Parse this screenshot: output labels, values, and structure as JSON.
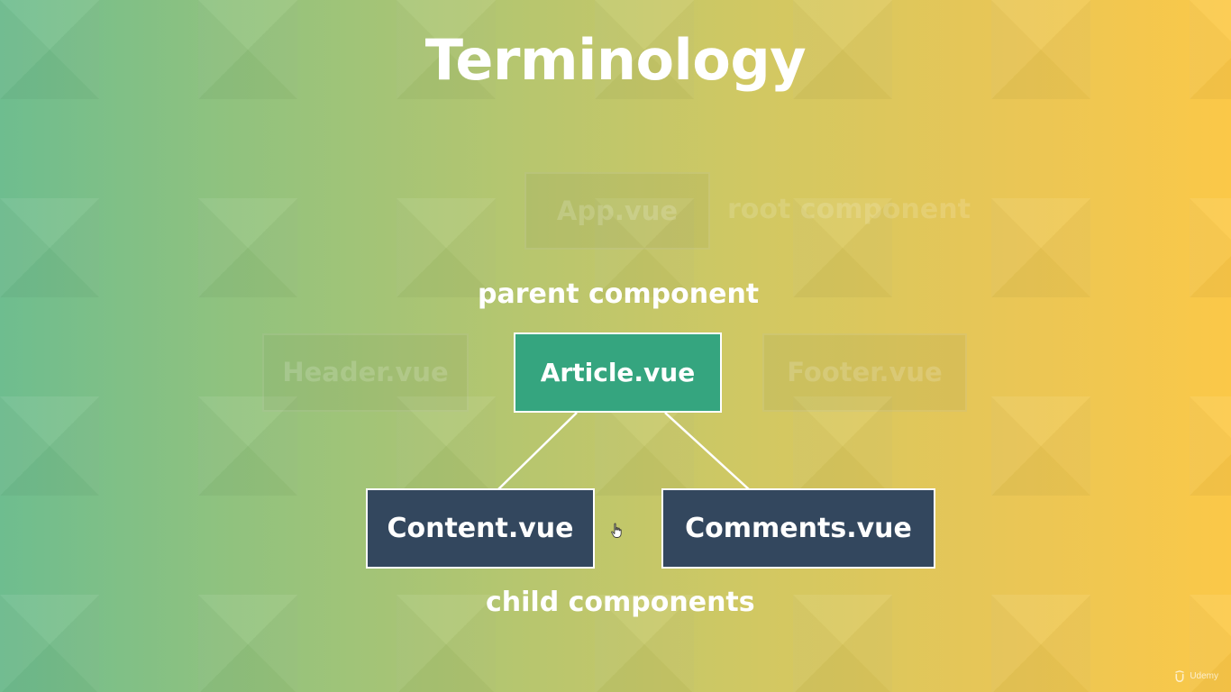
{
  "slide": {
    "title": "Terminology",
    "root": {
      "node": "App.vue",
      "label": "root component"
    },
    "parent_label": "parent component",
    "siblings": {
      "left": "Header.vue",
      "center": "Article.vue",
      "right": "Footer.vue"
    },
    "children": [
      "Content.vue",
      "Comments.vue"
    ],
    "children_label": "child components"
  },
  "watermark": {
    "text": "Udemy"
  },
  "icons": {
    "cursor": "hand-cursor-icon",
    "watermark": "udemy-logo-icon"
  },
  "colors": {
    "active_node": "#35a57f",
    "child_node": "#33475e",
    "text": "#ffffff"
  }
}
